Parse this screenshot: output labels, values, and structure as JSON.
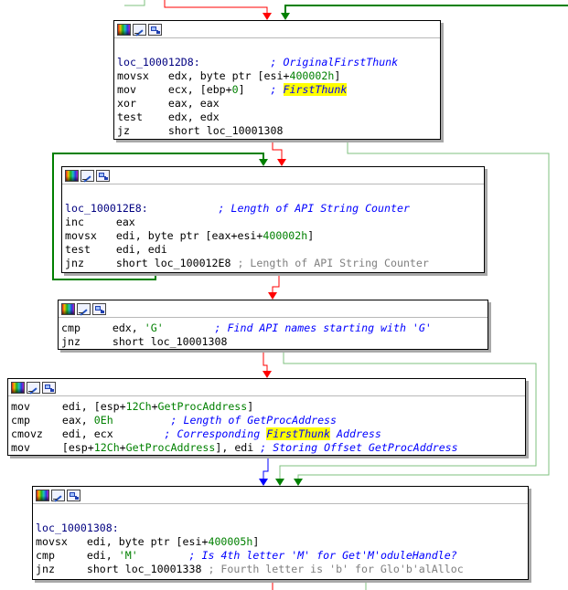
{
  "colors": {
    "edge_true": "#008000",
    "edge_false": "#ff0000",
    "edge_unconditional": "#0000ff",
    "edge_passive": "#7fc07f",
    "highlight": "#ffff00"
  },
  "nodes": [
    {
      "name": "loc-100012d8",
      "lines": [
        [
          {
            "t": ""
          }
        ],
        [
          {
            "t": "loc_100012D8:",
            "c": "lbl"
          },
          {
            "t": "           "
          },
          {
            "t": "; OriginalFirstThunk",
            "c": "cmt"
          }
        ],
        [
          {
            "t": "movsx   edx, byte ptr [esi+"
          },
          {
            "t": "400002h",
            "c": "num"
          },
          {
            "t": "]"
          }
        ],
        [
          {
            "t": "mov     ecx, [ebp+"
          },
          {
            "t": "0",
            "c": "num"
          },
          {
            "t": "]    "
          },
          {
            "t": "; ",
            "c": "cmt"
          },
          {
            "t": "FirstThunk",
            "c": "cmt hl"
          }
        ],
        [
          {
            "t": "xor     eax, eax"
          }
        ],
        [
          {
            "t": "test    edx, edx"
          }
        ],
        [
          {
            "t": "jz      short loc_10001308"
          }
        ]
      ]
    },
    {
      "name": "loc-100012e8",
      "lines": [
        [
          {
            "t": ""
          }
        ],
        [
          {
            "t": "loc_100012E8:",
            "c": "lbl"
          },
          {
            "t": "           "
          },
          {
            "t": "; Length of API String Counter",
            "c": "cmt"
          }
        ],
        [
          {
            "t": "inc     eax"
          }
        ],
        [
          {
            "t": "movsx   edi, byte ptr [eax+esi+"
          },
          {
            "t": "400002h",
            "c": "num"
          },
          {
            "t": "]"
          }
        ],
        [
          {
            "t": "test    edi, edi"
          }
        ],
        [
          {
            "t": "jnz     short loc_100012E8 "
          },
          {
            "t": "; Length of API String Counter",
            "c": "rep"
          }
        ]
      ]
    },
    {
      "name": "cmp-g-block",
      "lines": [
        [
          {
            "t": "cmp     edx, "
          },
          {
            "t": "'G'",
            "c": "num"
          },
          {
            "t": "        "
          },
          {
            "t": "; Find API names starting with 'G'",
            "c": "cmt"
          }
        ],
        [
          {
            "t": "jnz     short loc_10001308"
          }
        ]
      ]
    },
    {
      "name": "getprocaddress-block",
      "lines": [
        [
          {
            "t": "mov     edi, [esp+"
          },
          {
            "t": "12Ch",
            "c": "num"
          },
          {
            "t": "+"
          },
          {
            "t": "GetProcAddress",
            "c": "num"
          },
          {
            "t": "]"
          }
        ],
        [
          {
            "t": "cmp     eax, "
          },
          {
            "t": "0Eh",
            "c": "num"
          },
          {
            "t": "         "
          },
          {
            "t": "; Length of GetProcAddress",
            "c": "cmt"
          }
        ],
        [
          {
            "t": "cmovz   edi, ecx        "
          },
          {
            "t": "; Corresponding ",
            "c": "cmt"
          },
          {
            "t": "FirstThunk",
            "c": "cmt hl"
          },
          {
            "t": " Address",
            "c": "cmt"
          }
        ],
        [
          {
            "t": "mov     [esp+"
          },
          {
            "t": "12Ch",
            "c": "num"
          },
          {
            "t": "+"
          },
          {
            "t": "GetProcAddress",
            "c": "num"
          },
          {
            "t": "], edi "
          },
          {
            "t": "; Storing Offset GetProcAddress",
            "c": "cmt"
          }
        ]
      ]
    },
    {
      "name": "loc-10001308",
      "lines": [
        [
          {
            "t": ""
          }
        ],
        [
          {
            "t": "loc_10001308:",
            "c": "lbl"
          }
        ],
        [
          {
            "t": "movsx   edi, byte ptr [esi+"
          },
          {
            "t": "400005h",
            "c": "num"
          },
          {
            "t": "]"
          }
        ],
        [
          {
            "t": "cmp     edi, "
          },
          {
            "t": "'M'",
            "c": "num"
          },
          {
            "t": "        "
          },
          {
            "t": "; Is 4th letter 'M' for Get'M'oduleHandle?",
            "c": "cmt"
          }
        ],
        [
          {
            "t": "jnz     short loc_10001338 "
          },
          {
            "t": "; Fourth letter is 'b' for Glo'b'alAlloc",
            "c": "rep"
          }
        ]
      ]
    }
  ]
}
